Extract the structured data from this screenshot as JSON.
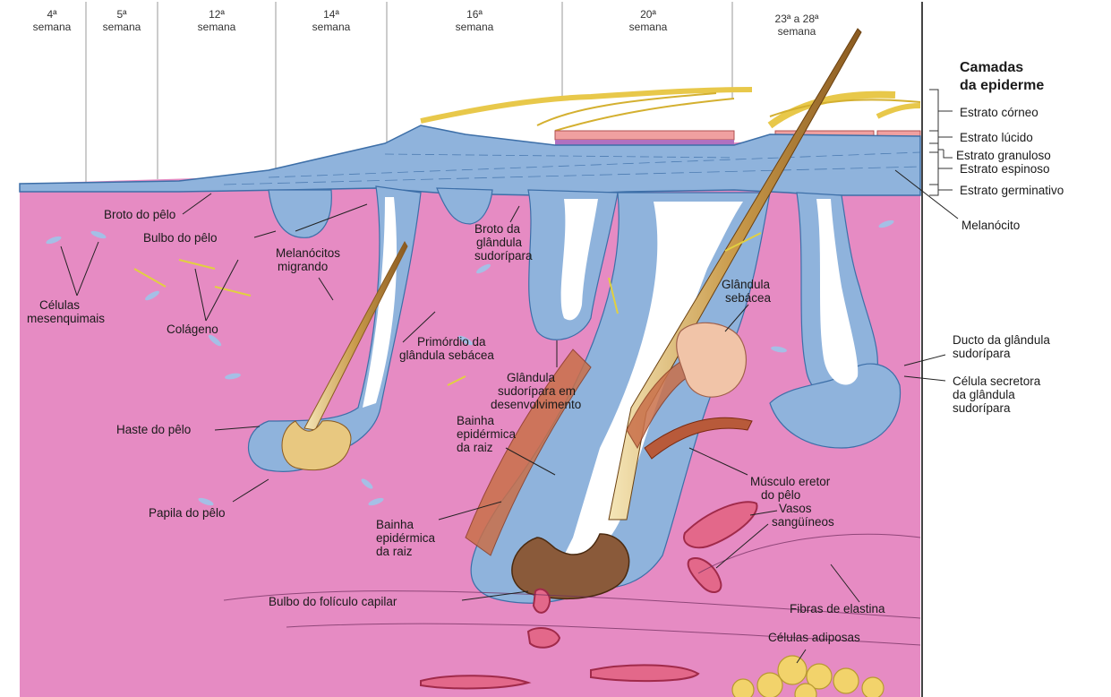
{
  "weeks": [
    {
      "num": "4ª",
      "unit": "semana"
    },
    {
      "num": "5ª",
      "unit": "semana"
    },
    {
      "num": "12ª",
      "unit": "semana"
    },
    {
      "num": "14ª",
      "unit": "semana"
    },
    {
      "num": "16ª",
      "unit": "semana"
    },
    {
      "num": "20ª",
      "unit": "semana"
    },
    {
      "num": "23ª a 28ª",
      "unit": "semana"
    }
  ],
  "layers_title": [
    "Camadas",
    "da epiderme"
  ],
  "layers": [
    "Estrato córneo",
    "Estrato lúcido",
    "Estrato granuloso",
    "Estrato espinoso",
    "Estrato germinativo"
  ],
  "labels": {
    "broto_pelo": "Broto do pêlo",
    "bulbo_pelo": "Bulbo do pêlo",
    "celulas_mesenquimais": [
      "Células",
      "mesenquimais"
    ],
    "melanocitos_migrando": [
      "Melanócitos",
      "migrando"
    ],
    "colageno": "Colágeno",
    "haste_pelo": "Haste do pêlo",
    "papila_pelo": "Papila do pêlo",
    "primordio": [
      "Primórdio da",
      "glândula sebácea"
    ],
    "broto_glandula": [
      "Broto da",
      "glândula",
      "sudorípara"
    ],
    "glandula_desenv": [
      "Glândula",
      "sudorípara em",
      "desenvolvimento"
    ],
    "bainha_1": [
      "Bainha",
      "epidérmica",
      "da raiz"
    ],
    "bainha_2": [
      "Bainha",
      "epidérmica",
      "da raiz"
    ],
    "bulbo_foliculo": "Bulbo do folículo capilar",
    "glandula_sebacea": [
      "Glândula",
      "sebácea"
    ],
    "musculo_eretor": [
      "Músculo eretor",
      "do pêlo"
    ],
    "vasos": [
      "Vasos",
      "sangüíneos"
    ],
    "fibras_elastina": "Fibras de elastina",
    "celulas_adiposas": "Células adiposas",
    "melanocito": "Melanócito",
    "ducto": [
      "Ducto da glândula",
      "sudorípara"
    ],
    "celula_secretora": [
      "Célula secretora",
      "da glândula",
      "sudorípara"
    ]
  },
  "colors": {
    "dermis": "#e68bc3",
    "epidermis_cell": "#8fb3dc",
    "cell_outline": "#3d6fa8",
    "keratin": "#e8c84a",
    "hair": "#c99a4a",
    "muscle": "#b85a3a",
    "vessel": "#c83a6a",
    "fat": "#f2d36b"
  }
}
